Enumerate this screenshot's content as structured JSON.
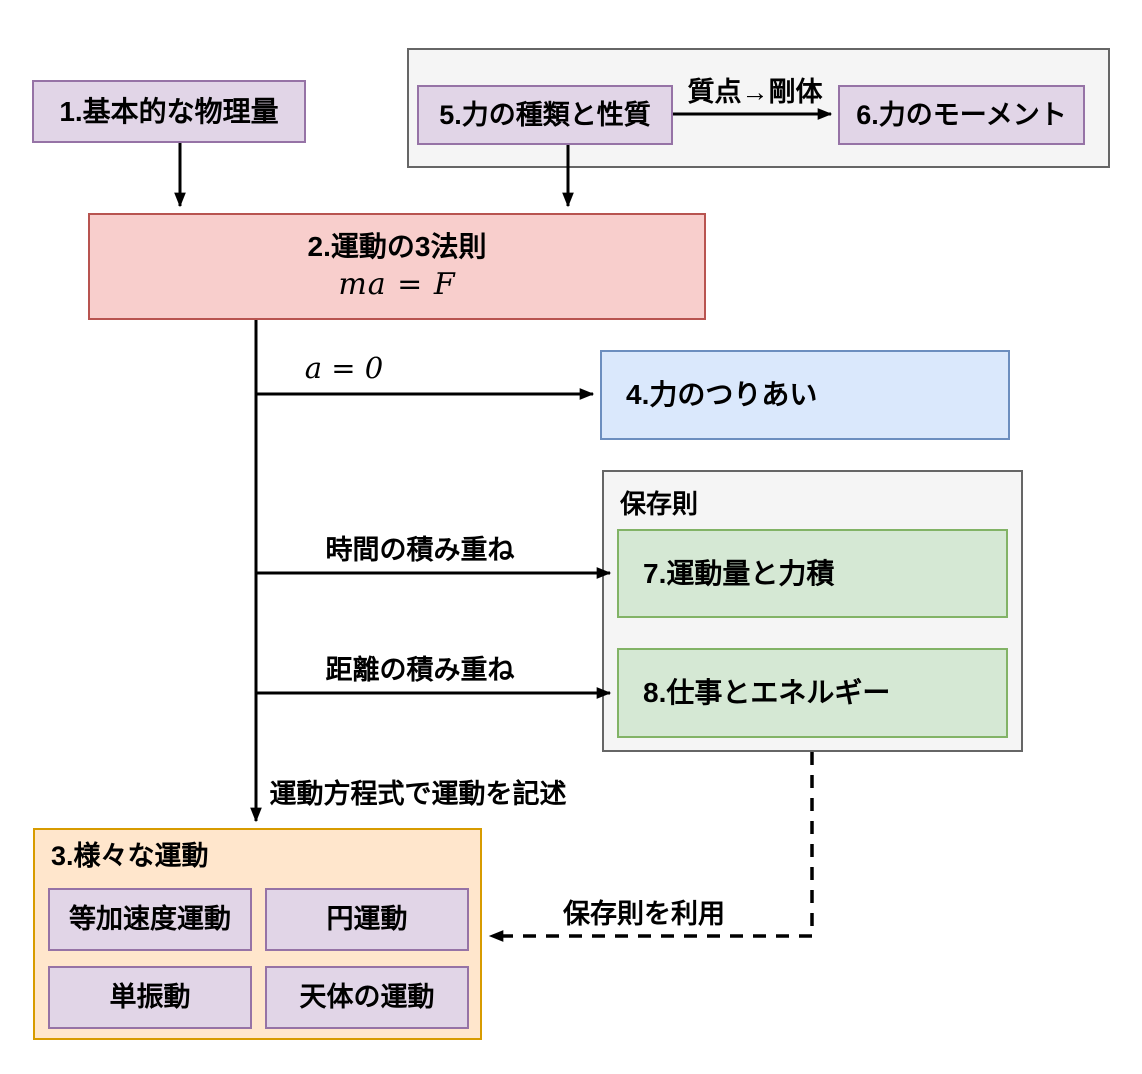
{
  "diagram": {
    "type": "flowchart",
    "language": "ja",
    "nodes": {
      "n1": {
        "label": "1.基本的な物理量"
      },
      "n2": {
        "title": "2.運動の3法則",
        "formula": "ma = F"
      },
      "n3": {
        "title": "3.様々な運動",
        "items": [
          "等加速度運動",
          "円運動",
          "単振動",
          "天体の運動"
        ]
      },
      "n4": {
        "label": "4.力のつりあい"
      },
      "n5": {
        "label": "5.力の種類と性質"
      },
      "n6": {
        "label": "6.力のモーメント"
      },
      "n7": {
        "label": "7.運動量と力積"
      },
      "n8": {
        "label": "8.仕事とエネルギー"
      },
      "conservation_group": {
        "title": "保存則"
      }
    },
    "edge_labels": {
      "point_to_rigid": "質点→剛体",
      "a_equals_zero": "a = 0",
      "time_accumulation": "時間の積み重ね",
      "distance_accumulation": "距離の積み重ね",
      "describe_motion": "運動方程式で運動を記述",
      "use_conservation": "保存則を利用"
    },
    "colors": {
      "purple_fill": "#e1d5e7",
      "purple_stroke": "#9673a6",
      "red_fill": "#f8cecc",
      "red_stroke": "#b85450",
      "blue_fill": "#dae8fc",
      "blue_stroke": "#6c8ebf",
      "green_fill": "#d5e8d4",
      "green_stroke": "#82b366",
      "orange_fill": "#ffe6cc",
      "orange_stroke": "#d79b00",
      "group_fill": "#f5f5f5",
      "group_stroke": "#666666",
      "arrow": "#000000",
      "background": "#ffffff"
    }
  }
}
